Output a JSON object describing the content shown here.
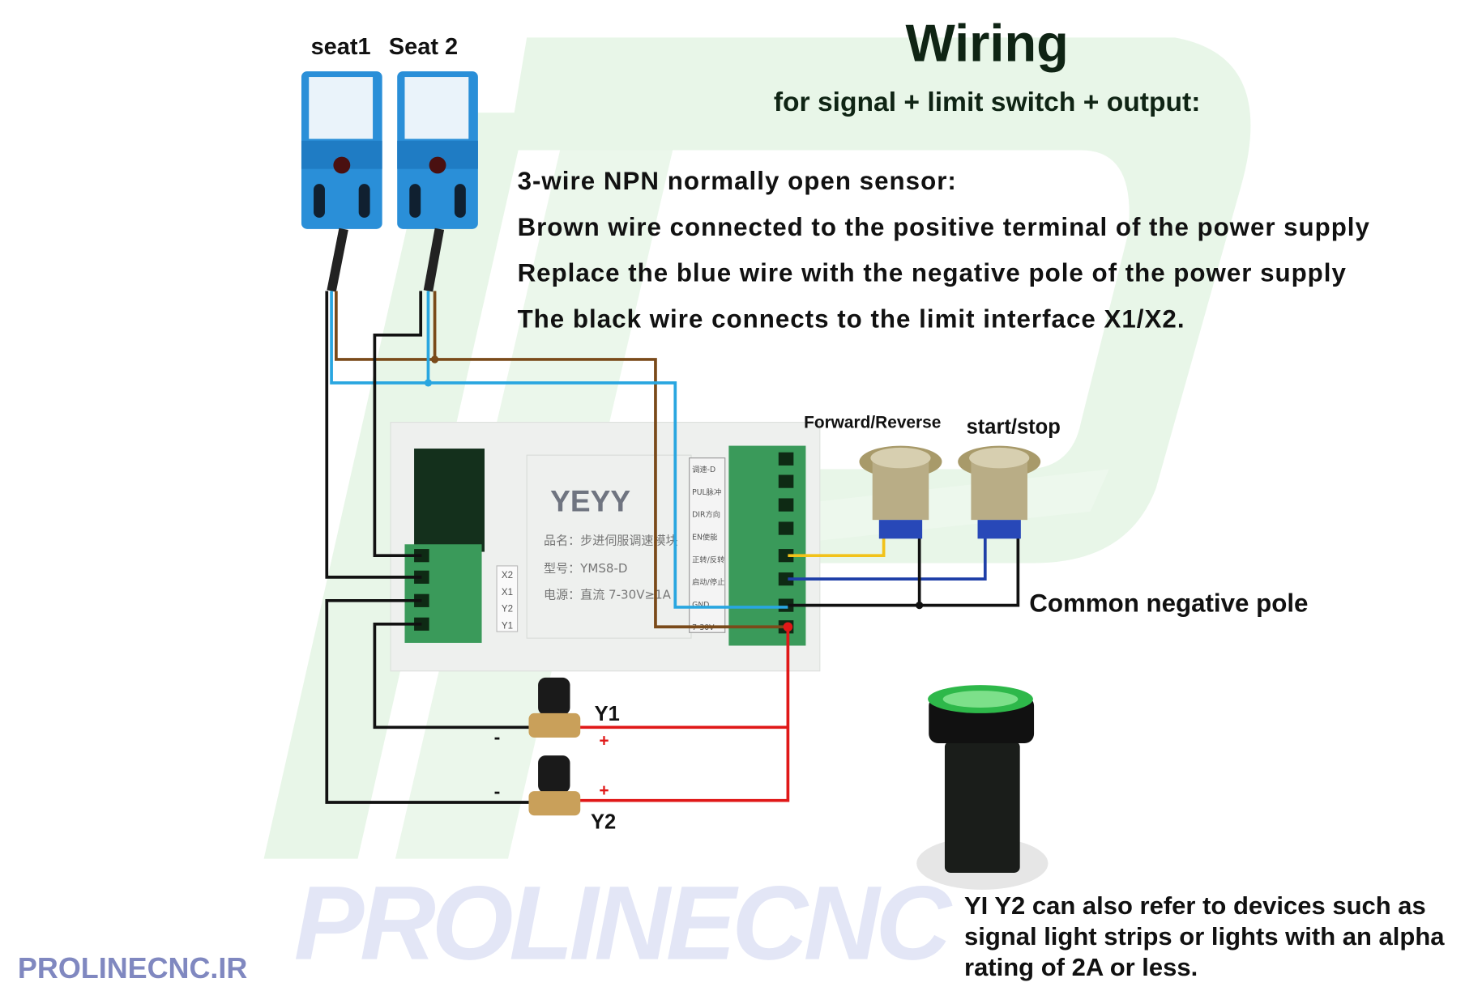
{
  "title": "Wiring",
  "subtitle": "for signal + limit switch + output:",
  "sensor_labels": [
    "seat1",
    "Seat 2"
  ],
  "instructions": [
    "3-wire NPN normally open sensor:",
    "Brown wire connected to the positive terminal of the power supply",
    "Replace the blue wire with the negative pole of the power supply",
    "The black wire connects to the limit interface X1/X2."
  ],
  "buttons": {
    "forward_reverse": "Forward/Reverse",
    "start_stop": "start/stop"
  },
  "common_negative": "Common negative pole",
  "controller": {
    "brand": "YEYY",
    "name_line": "品名：步进伺服调速模块",
    "model_line": "型号：YMS8-D",
    "power_line": "电源：直流 7-30V≥1A",
    "left_terminals": [
      "X2",
      "X1",
      "Y2",
      "Y1"
    ],
    "right_terminals": [
      "调速-D",
      "PUL脉冲",
      "DIR方向",
      "EN使能",
      "正转/反转",
      "启动/停止",
      "GND",
      "7-30V"
    ]
  },
  "valves": {
    "y1": "Y1",
    "y2": "Y2",
    "minus": "-",
    "plus": "+"
  },
  "note": [
    "YI Y2 can also refer to devices such as signal light",
    "strips or lights with an alpha rating of 2A or less."
  ],
  "watermark": "PROLINECNC",
  "site": "PROLINECNC.IR",
  "colors": {
    "brown_wire": "#7a4a1a",
    "blue_wire": "#29a6e0",
    "black_wire": "#111111",
    "red_wire": "#e01818",
    "yellow_wire": "#f2c21a",
    "dark_blue_wire": "#1f3fa8",
    "terminal_green": "#3a9a5a",
    "sensor_blue": "#2a8fd8",
    "watermark_blue": "#e3e6f6",
    "site_text": "#8088c0"
  }
}
